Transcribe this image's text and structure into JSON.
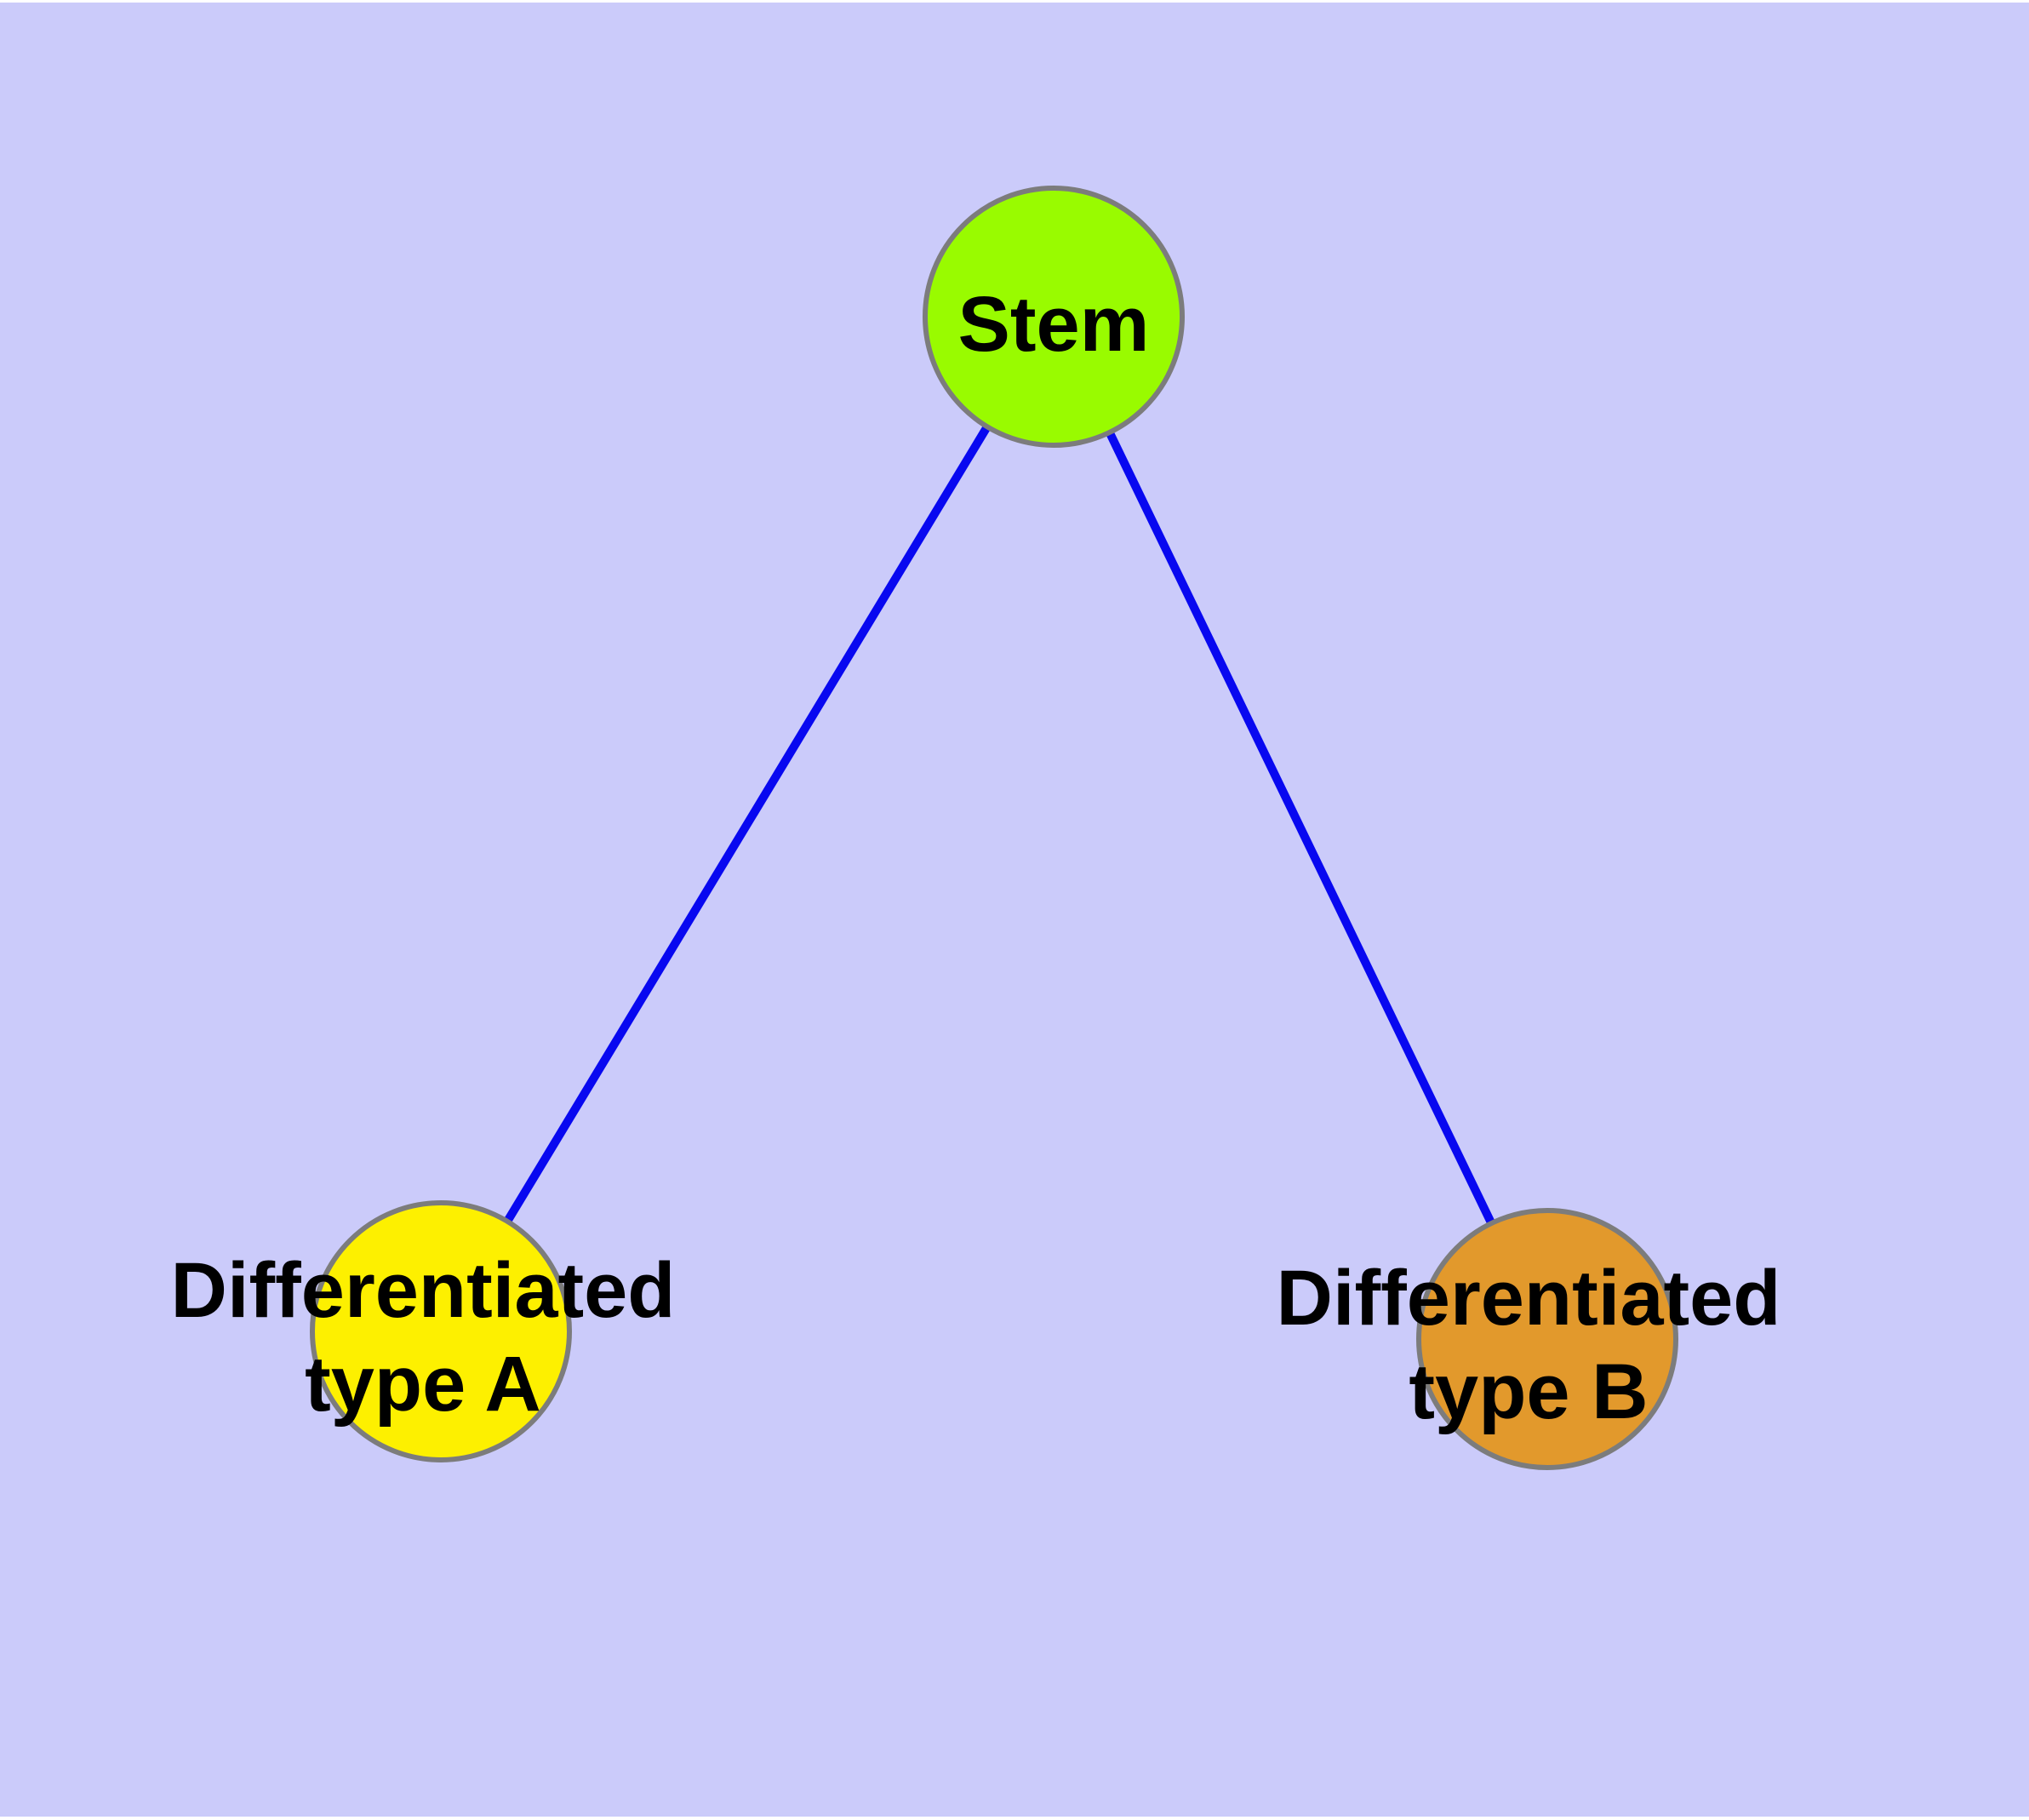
{
  "canvas": {
    "background_color": "#CBCBFA",
    "frame_color": "#FFFFFF"
  },
  "styles": {
    "edge_color": "#0808F0",
    "node_border_color": "#7C7C7C",
    "label_color": "#000000"
  },
  "nodes": {
    "stem": {
      "label": "Stem",
      "fill": "#99FB00"
    },
    "diff_a": {
      "label_line1": "Differentiated",
      "label_line2": "type A",
      "fill": "#FDF000"
    },
    "diff_b": {
      "label_line1": "Differentiated",
      "label_line2": "type B",
      "fill": "#E2992C"
    }
  },
  "edges": [
    {
      "from": "Stem",
      "to": "Differentiated type A"
    },
    {
      "from": "Stem",
      "to": "Differentiated type B"
    }
  ]
}
